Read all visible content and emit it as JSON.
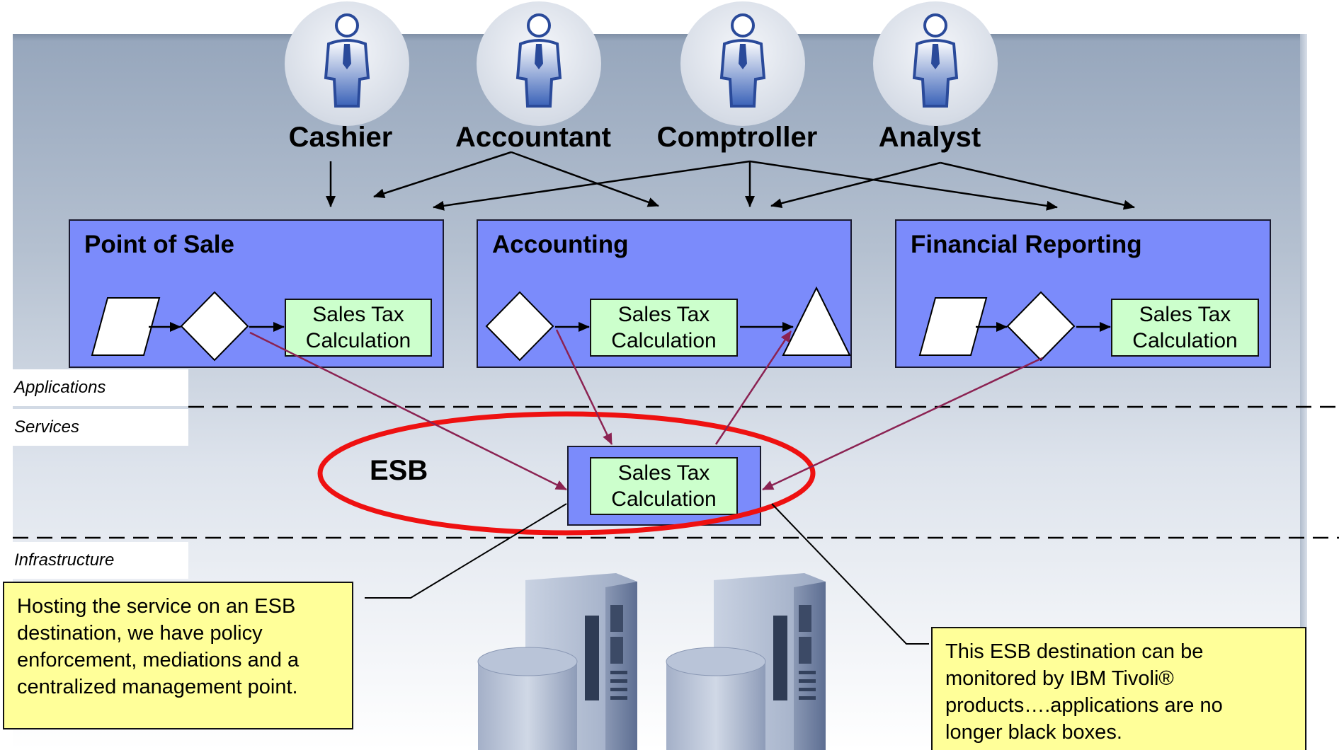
{
  "roles": [
    {
      "label": "Cashier"
    },
    {
      "label": "Accountant"
    },
    {
      "label": "Comptroller"
    },
    {
      "label": "Analyst"
    }
  ],
  "applications": [
    {
      "title": "Point of Sale",
      "service_line1": "Sales Tax",
      "service_line2": "Calculation"
    },
    {
      "title": "Accounting",
      "service_line1": "Sales Tax",
      "service_line2": "Calculation"
    },
    {
      "title": "Financial Reporting",
      "service_line1": "Sales Tax",
      "service_line2": "Calculation"
    }
  ],
  "layers": {
    "applications": "Applications",
    "services": "Services",
    "infrastructure": "Infrastructure"
  },
  "esb": {
    "label": "ESB",
    "service_line1": "Sales Tax",
    "service_line2": "Calculation"
  },
  "callouts": {
    "left": {
      "lines": [
        "Hosting the service on an ESB",
        "destination,  we have policy",
        "enforcement, mediations and a",
        "centralized management point."
      ]
    },
    "right": {
      "lines": [
        "This ESB destination can be",
        "monitored by IBM Tivoli®",
        "products….applications are no",
        "longer black boxes."
      ]
    }
  },
  "colors": {
    "app_box": "#7b8bfb",
    "service_box": "#ccffcc",
    "esb_ellipse": "#ee1111",
    "callout": "#ffff99",
    "connector": "#8b2252"
  }
}
